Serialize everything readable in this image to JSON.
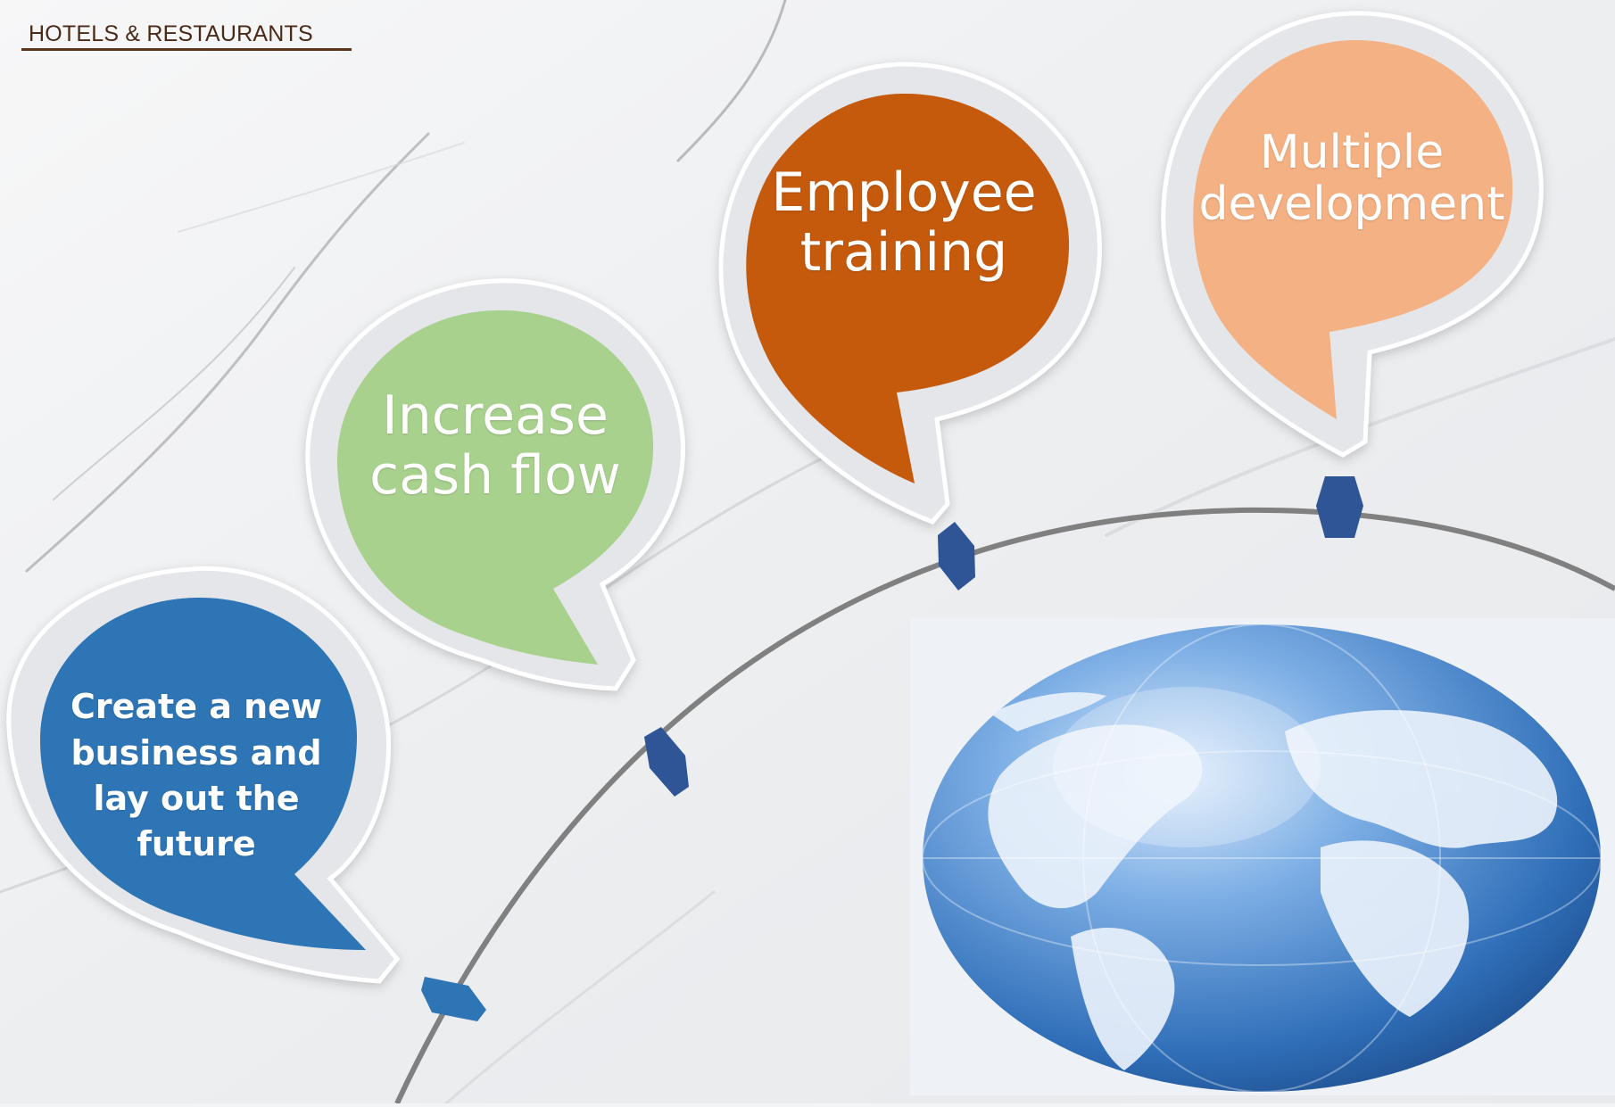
{
  "brand": {
    "tagline": "HOTELS & RESTAURANTS"
  },
  "bubbles": [
    {
      "text": "Create a new business and lay out the future",
      "color": "#2e75b6"
    },
    {
      "text": "Increase cash flow",
      "color": "#a9d18e"
    },
    {
      "text": "Employee training",
      "color": "#c55a11"
    },
    {
      "text": "Multiple development",
      "color": "#f4b183"
    }
  ],
  "colors": {
    "marker": "#2f5597",
    "arc": "#808080",
    "globe": "#4a8fd4"
  }
}
